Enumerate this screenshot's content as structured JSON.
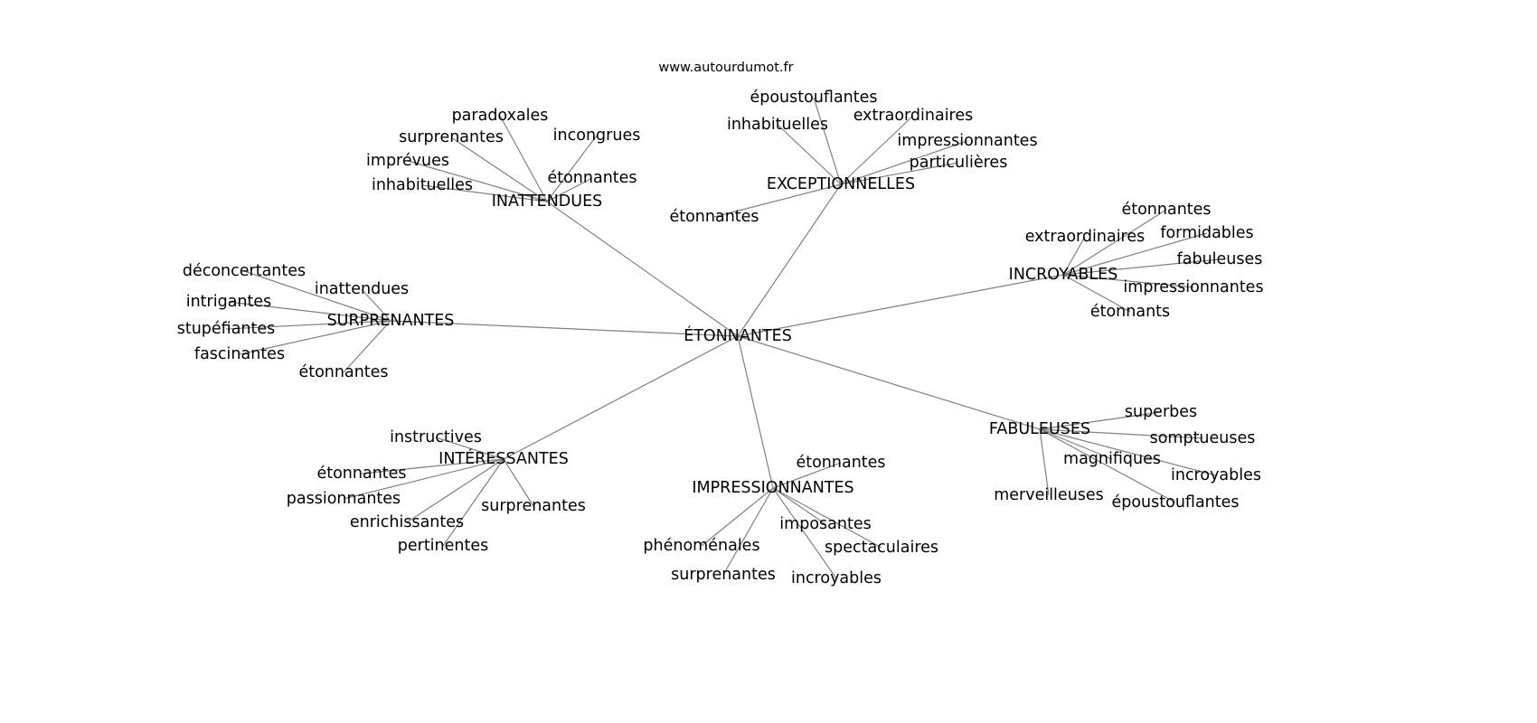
{
  "site_title": "www.autourdumot.fr",
  "graph": {
    "center": "ÉTONNANTES",
    "edge_color": "#808080",
    "hubs": [
      {
        "label": "INATTENDUES",
        "leaves": [
          "paradoxales",
          "incongrues",
          "surprenantes",
          "imprévues",
          "inhabituelles",
          "étonnantes"
        ]
      },
      {
        "label": "EXCEPTIONNELLES",
        "leaves": [
          "époustouflantes",
          "extraordinaires",
          "inhabituelles",
          "impressionnantes",
          "particulières",
          "étonnantes"
        ]
      },
      {
        "label": "INCROYABLES",
        "leaves": [
          "étonnantes",
          "extraordinaires",
          "formidables",
          "fabuleuses",
          "impressionnantes",
          "étonnants"
        ]
      },
      {
        "label": "SURPRENANTES",
        "leaves": [
          "déconcertantes",
          "inattendues",
          "intrigantes",
          "stupéfiantes",
          "fascinantes",
          "étonnantes"
        ]
      },
      {
        "label": "INTÉRESSANTES",
        "leaves": [
          "instructives",
          "étonnantes",
          "passionnantes",
          "enrichissantes",
          "surprenantes",
          "pertinentes"
        ]
      },
      {
        "label": "IMPRESSIONNANTES",
        "leaves": [
          "étonnantes",
          "imposantes",
          "spectaculaires",
          "phénoménales",
          "surprenantes",
          "incroyables"
        ]
      },
      {
        "label": "FABULEUSES",
        "leaves": [
          "superbes",
          "somptueuses",
          "magnifiques",
          "incroyables",
          "merveilleuses",
          "époustouflantes"
        ]
      }
    ]
  }
}
